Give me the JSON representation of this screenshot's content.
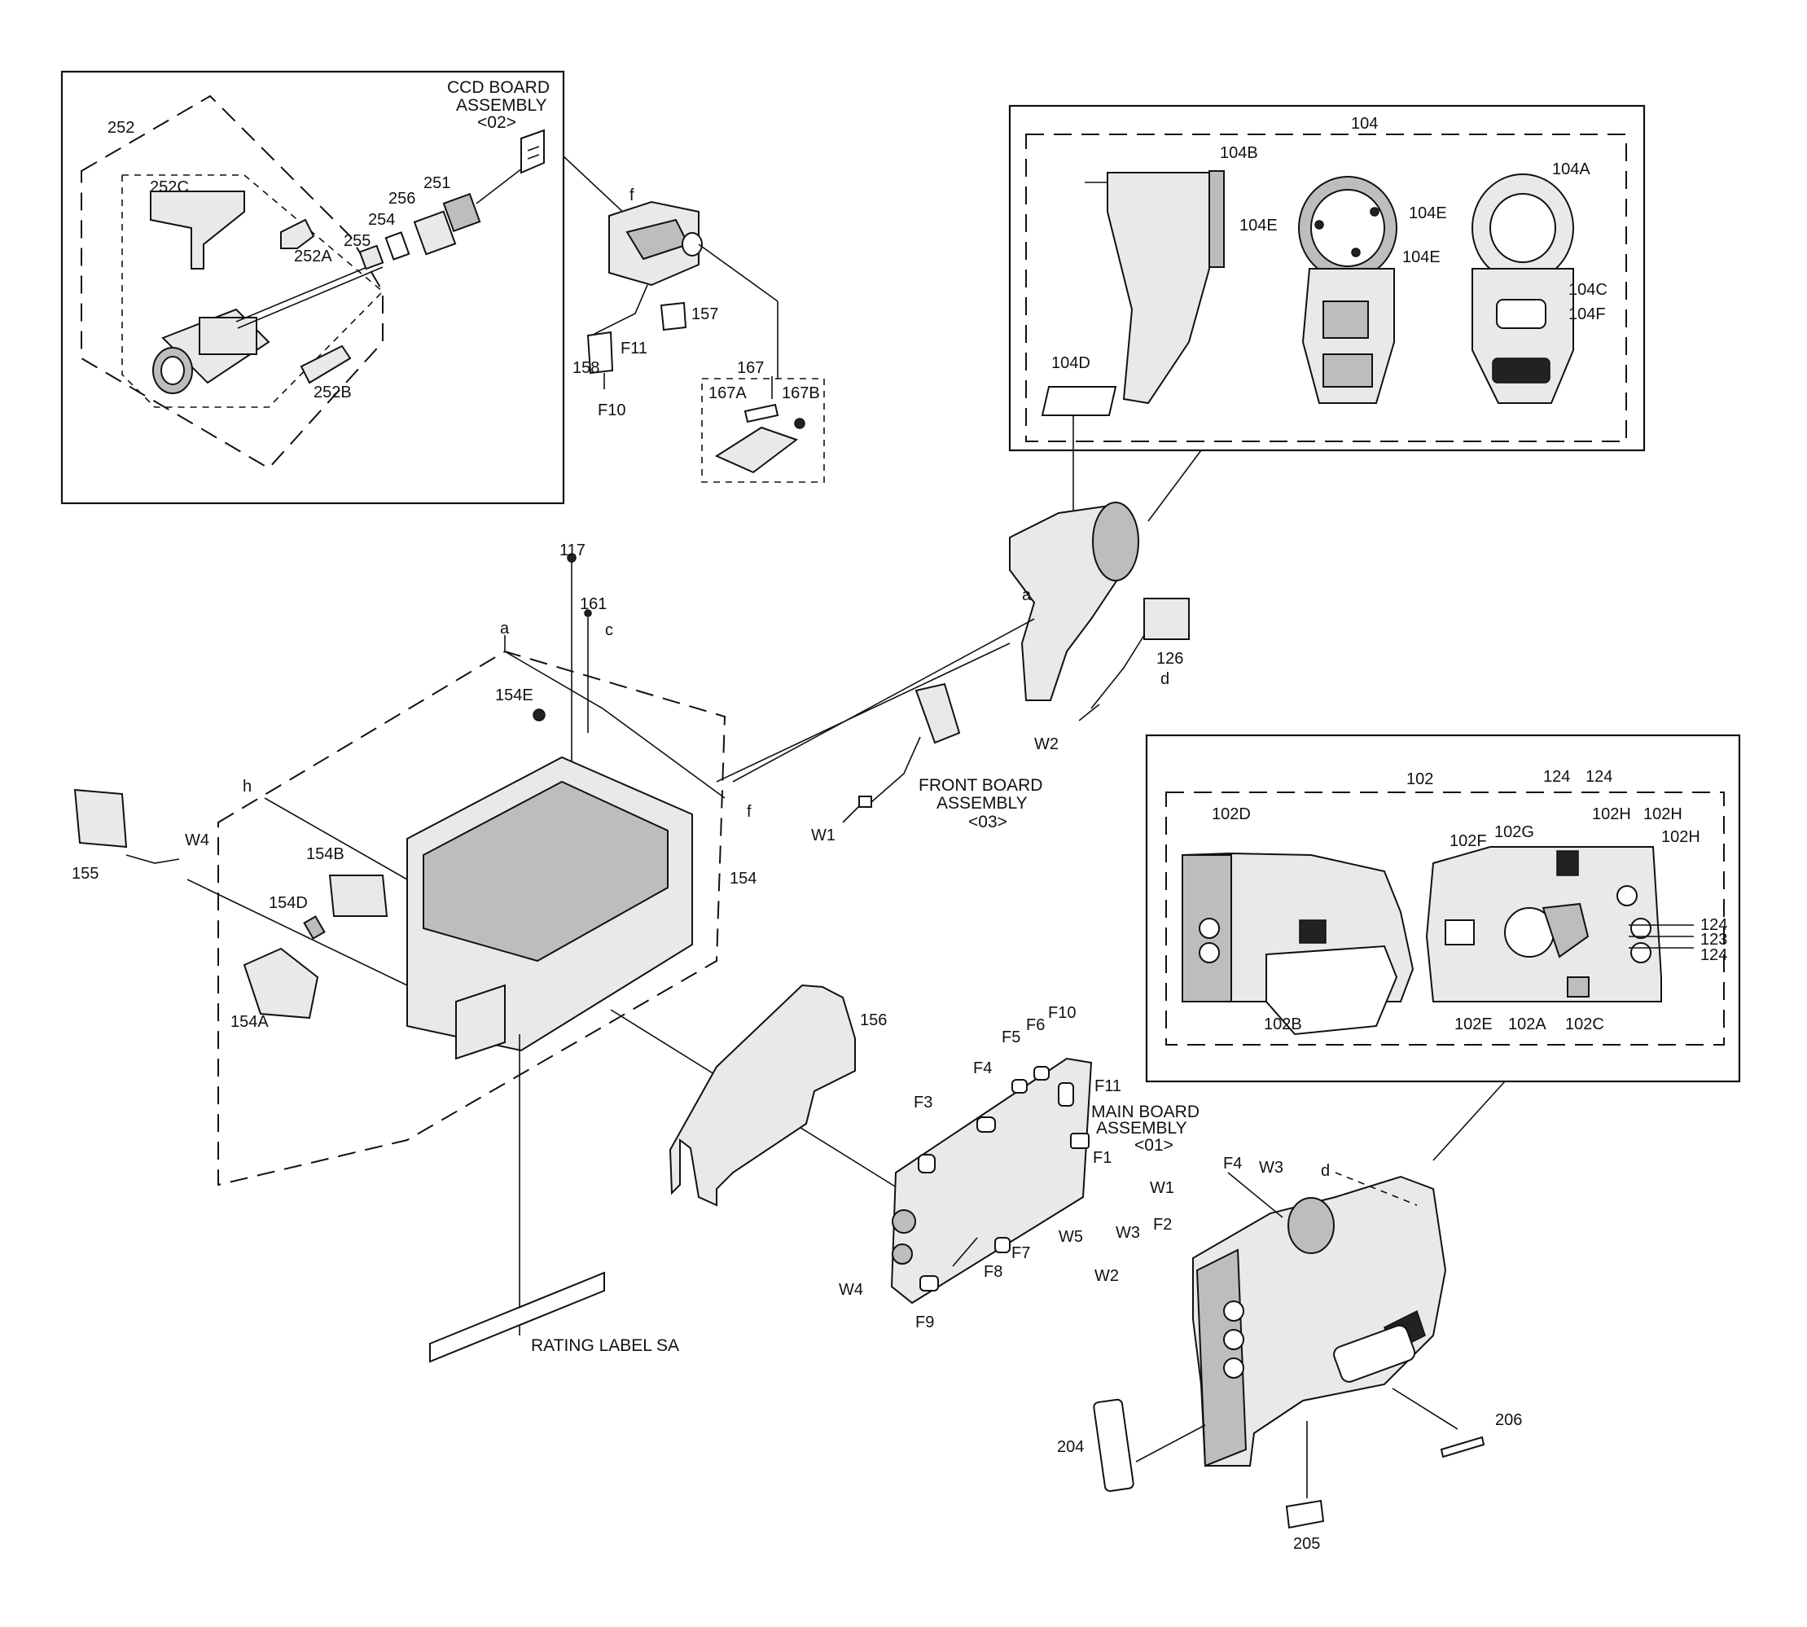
{
  "labels": {
    "ccd_board_1": "CCD BOARD",
    "ccd_board_2": "ASSEMBLY",
    "ccd_board_3": "<02>",
    "front_board_1": "FRONT BOARD",
    "front_board_2": "ASSEMBLY",
    "front_board_3": "<03>",
    "main_board_1": "MAIN BOARD",
    "main_board_2": "ASSEMBLY",
    "main_board_3": "<01>",
    "rating_label": "RATING LABEL SA"
  },
  "callouts": {
    "p252": "252",
    "p252A": "252A",
    "p252B": "252B",
    "p252C": "252C",
    "p251": "251",
    "p254": "254",
    "p255": "255",
    "p256": "256",
    "f_top": "f",
    "p157": "157",
    "p158": "158",
    "F11_top": "F11",
    "F10_top": "F10",
    "p167": "167",
    "p167A": "167A",
    "p167B": "167B",
    "p104": "104",
    "p104A": "104A",
    "p104B": "104B",
    "p104C": "104C",
    "p104D": "104D",
    "p104E_1": "104E",
    "p104E_2": "104E",
    "p104E_3": "104E",
    "p104F": "104F",
    "a_front": "a",
    "p126": "126",
    "d_front": "d",
    "W2_front": "W2",
    "W1_front": "W1",
    "p117": "117",
    "p161": "161",
    "a_chassis": "a",
    "c_chassis": "c",
    "p154E": "154E",
    "h": "h",
    "f_chassis": "f",
    "p154": "154",
    "p154B": "154B",
    "p154D": "154D",
    "p154A": "154A",
    "p155": "155",
    "W4_left": "W4",
    "p156": "156",
    "F3": "F3",
    "F4": "F4",
    "F5": "F5",
    "F6": "F6",
    "F10": "F10",
    "F11": "F11",
    "F1": "F1",
    "W1": "W1",
    "F2": "F2",
    "W3": "W3",
    "W5": "W5",
    "F7": "F7",
    "F8": "F8",
    "W2": "W2",
    "W4": "W4",
    "F9": "F9",
    "p102": "102",
    "p102D": "102D",
    "p102B": "102B",
    "p124_1": "124",
    "p124_2": "124",
    "p102F": "102F",
    "p102G": "102G",
    "p102H_1": "102H",
    "p102H_2": "102H",
    "p124_3": "124",
    "p123": "123",
    "p124_4": "124",
    "p102E": "102E",
    "p102A": "102A",
    "p102C": "102C",
    "F4_right": "F4",
    "W3_right": "W3",
    "d_right": "d",
    "p204": "204",
    "p205": "205",
    "p206": "206"
  }
}
